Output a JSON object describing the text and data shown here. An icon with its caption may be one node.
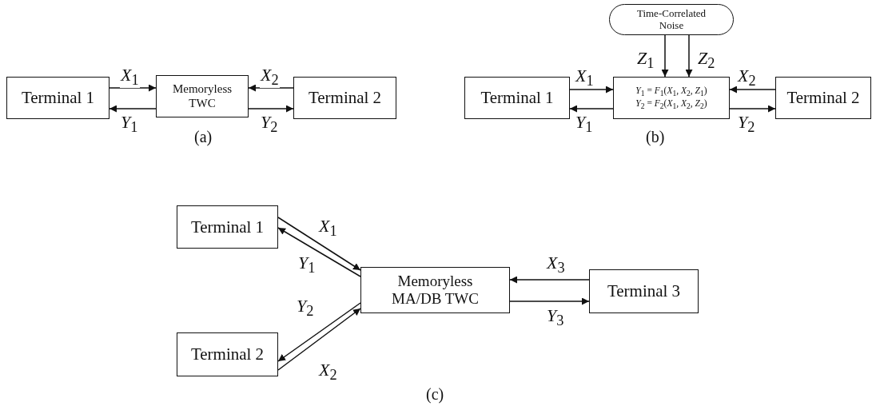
{
  "diagram": {
    "nodes": [
      {
        "text": [
          "Terminal 1"
        ]
      },
      {
        "text": [
          "Memoryless TWC"
        ]
      },
      {
        "text": [
          "Terminal 2"
        ]
      },
      {
        "text": [
          "Time-Correlated Noise"
        ]
      },
      {
        "text": [
          "Terminal 1"
        ]
      },
      {
        "text": [
          "*Y*$_{1}$ = *F*$_{1}$(*X*$_{1}$, *X*$_{2}$, *Z*$_{1}$)",
          "*Y*$_{2}$ = *F*$_{2}$(*X*$_{1}$, *X*$_{2}$, *Z*$_{2}$)"
        ]
      },
      {
        "text": [
          "Terminal 2"
        ]
      },
      {
        "text": [
          "Terminal 1"
        ]
      },
      {
        "text": [
          "Terminal 2"
        ]
      },
      {
        "text": [
          "Memoryless MA/DB TWC"
        ]
      },
      {
        "text": [
          "Terminal 3"
        ]
      }
    ],
    "edges": [
      {
        "from": 0,
        "to": 1,
        "arrow": "to",
        "label": "*X*$_{1}$"
      },
      {
        "from": 1,
        "to": 0,
        "arrow": "to",
        "label": "*Y*$_{1}$"
      },
      {
        "from": 2,
        "to": 1,
        "arrow": "to",
        "label": "*X*$_{2}$"
      },
      {
        "from": 1,
        "to": 2,
        "arrow": "to",
        "label": "*Y*$_{2}$"
      },
      {
        "from": 4,
        "to": 5,
        "arrow": "to",
        "label": "*X*$_{1}$"
      },
      {
        "from": 5,
        "to": 4,
        "arrow": "to",
        "label": "*Y*$_{1}$"
      },
      {
        "from": 6,
        "to": 5,
        "arrow": "to",
        "label": "*X*$_{2}$"
      },
      {
        "from": 5,
        "to": 6,
        "arrow": "to",
        "label": "*Y*$_{2}$"
      },
      {
        "from": 3,
        "to": 5,
        "arrow": "to",
        "label": "*Z*$_{1}$"
      },
      {
        "from": 3,
        "to": 5,
        "arrow": "to",
        "label": "*Z*$_{2}$"
      },
      {
        "from": 7,
        "to": 9,
        "arrow": "to",
        "label": "*X*$_{1}$"
      },
      {
        "from": 9,
        "to": 7,
        "arrow": "to",
        "label": "*Y*$_{1}$"
      },
      {
        "from": 8,
        "to": 9,
        "arrow": "to",
        "label": "*X*$_{2}$"
      },
      {
        "from": 9,
        "to": 8,
        "arrow": "to",
        "label": "*Y*$_{2}$"
      },
      {
        "from": 10,
        "to": 9,
        "arrow": "to",
        "label": "*X*$_{3}$"
      },
      {
        "from": 9,
        "to": 10,
        "arrow": "to",
        "label": "*Y*$_{3}$"
      }
    ],
    "labels": [
      "(a)",
      "(b)",
      "(c)"
    ]
  }
}
